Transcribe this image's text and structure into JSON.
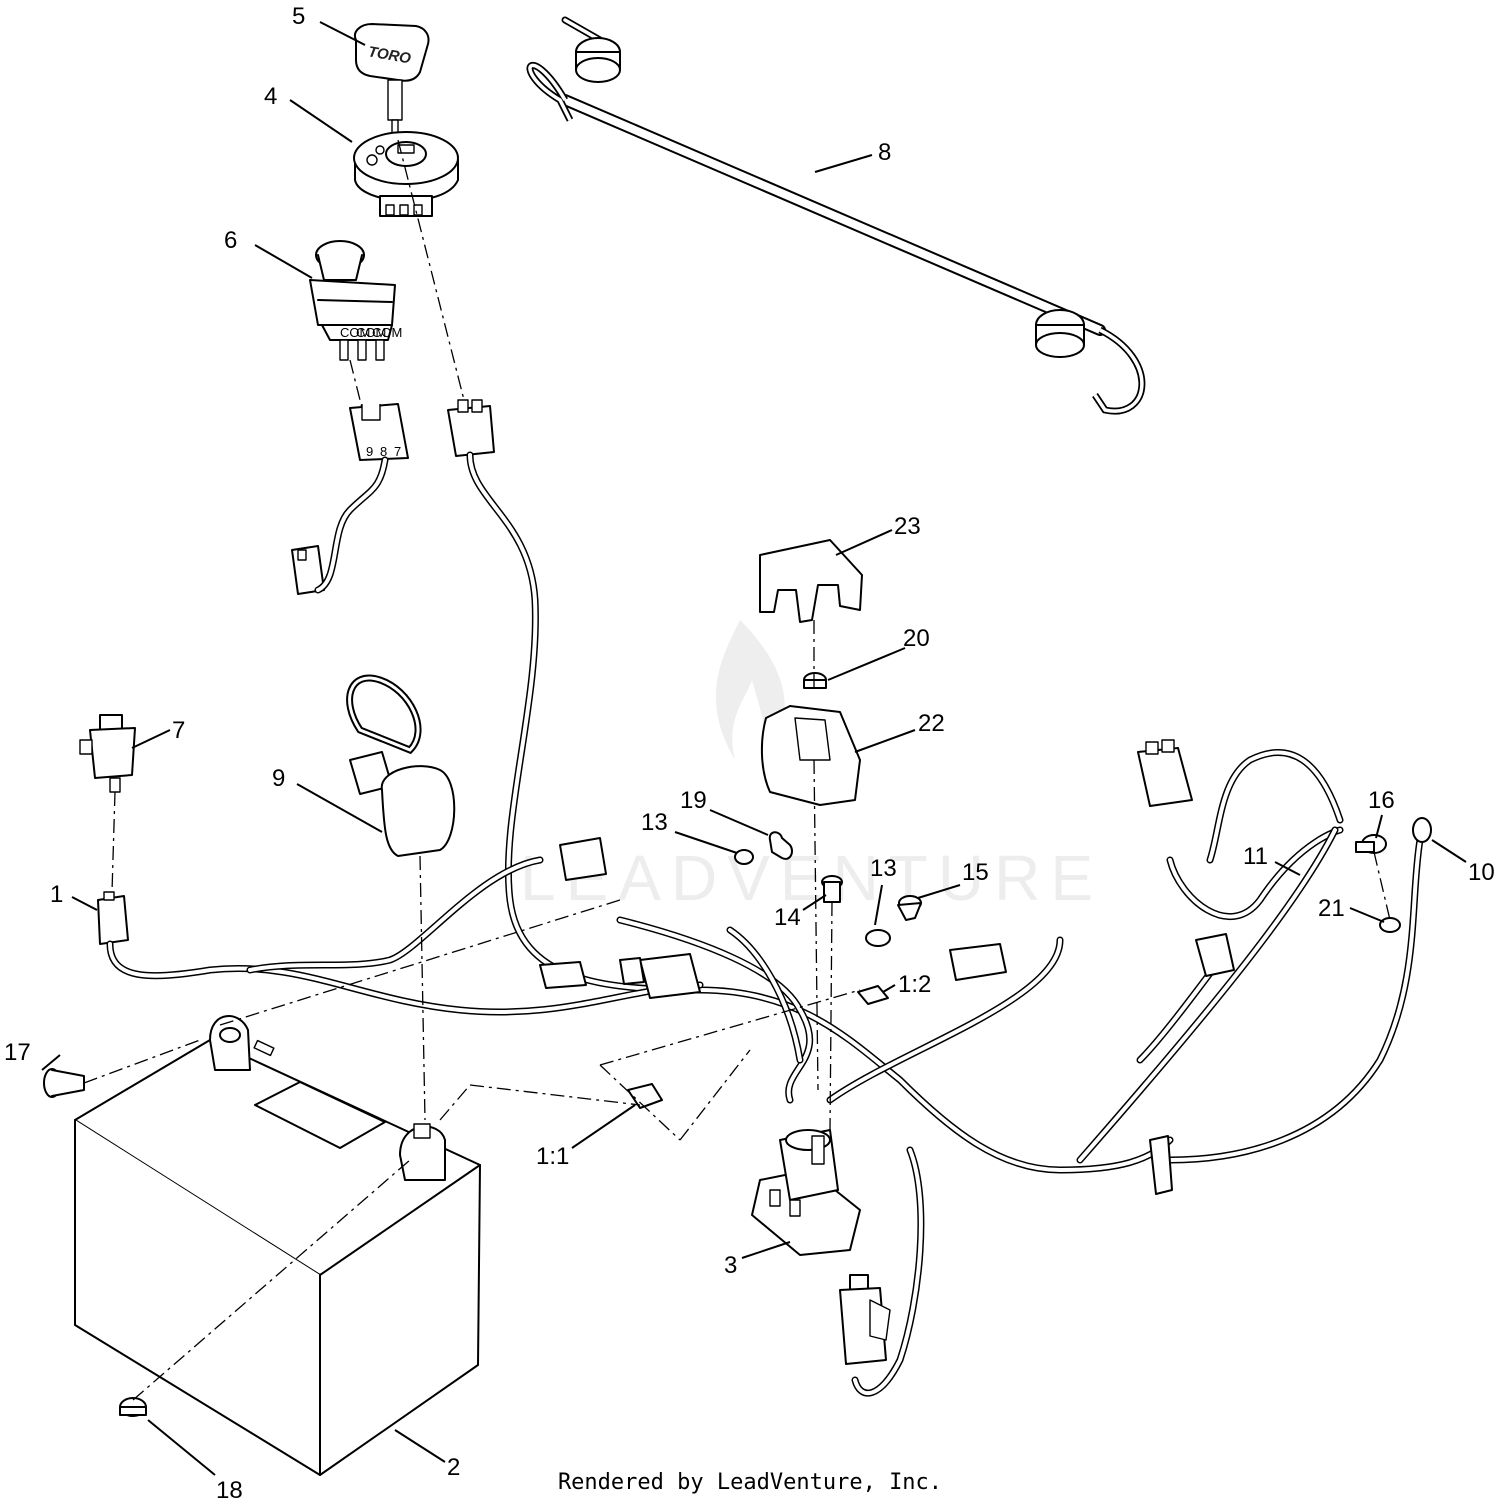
{
  "diagram": {
    "callouts": {
      "p1": "1",
      "p1_1": "1:1",
      "p1_2": "1:2",
      "p2": "2",
      "p3": "3",
      "p4": "4",
      "p5": "5",
      "p6": "6",
      "p7": "7",
      "p8": "8",
      "p9": "9",
      "p10": "10",
      "p11": "11",
      "p13a": "13",
      "p13b": "13",
      "p14": "14",
      "p15": "15",
      "p16": "16",
      "p17": "17",
      "p18": "18",
      "p19": "19",
      "p20": "20",
      "p21": "21",
      "p22": "22",
      "p23": "23"
    },
    "labels": {
      "key_brand": "TORO",
      "switch_terminals": [
        "COM",
        "COM",
        "COM"
      ],
      "connector_pins": [
        "9",
        "8",
        "7"
      ]
    },
    "watermark": "LEADVENTURE",
    "footer": "Rendered by LeadVenture, Inc."
  }
}
